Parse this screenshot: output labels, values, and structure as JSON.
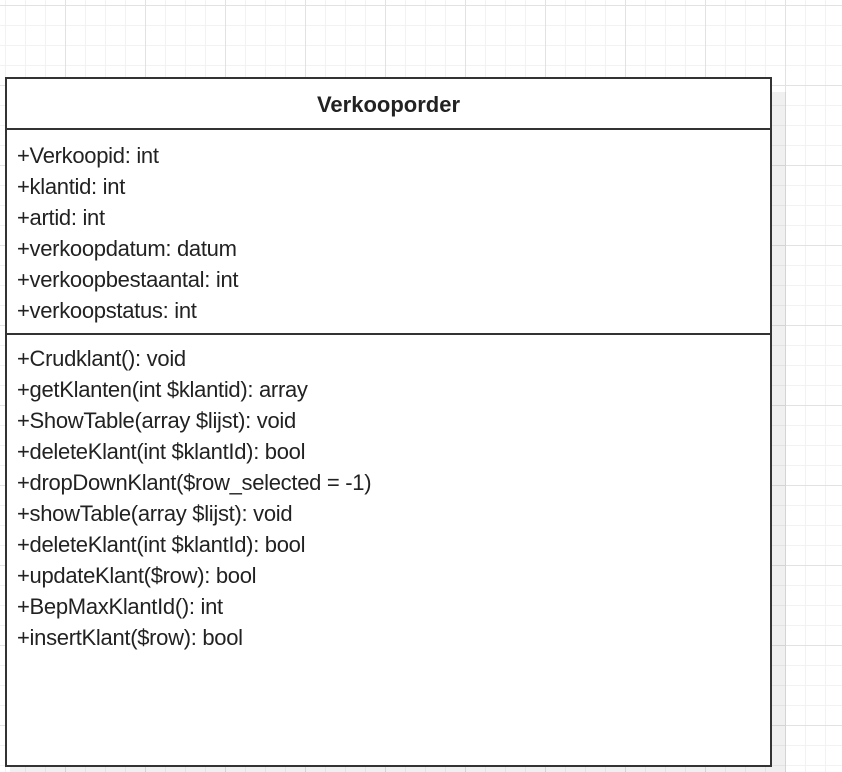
{
  "class_name": "Verkooporder",
  "attributes": [
    "+Verkoopid: int",
    "+klantid: int",
    "+artid: int",
    "+verkoopdatum: datum",
    "+verkoopbestaantal: int",
    "+verkoopstatus: int"
  ],
  "methods": [
    "+Crudklant(): void",
    "+getKlanten(int $klantid): array",
    "+ShowTable(array $lijst): void",
    "+deleteKlant(int $klantId): bool",
    "+dropDownKlant($row_selected = -1)",
    "+showTable(array $lijst): void",
    "+deleteKlant(int $klantId): bool",
    "+updateKlant($row): bool",
    "+BepMaxKlantId(): int",
    "+insertKlant($row): bool"
  ]
}
